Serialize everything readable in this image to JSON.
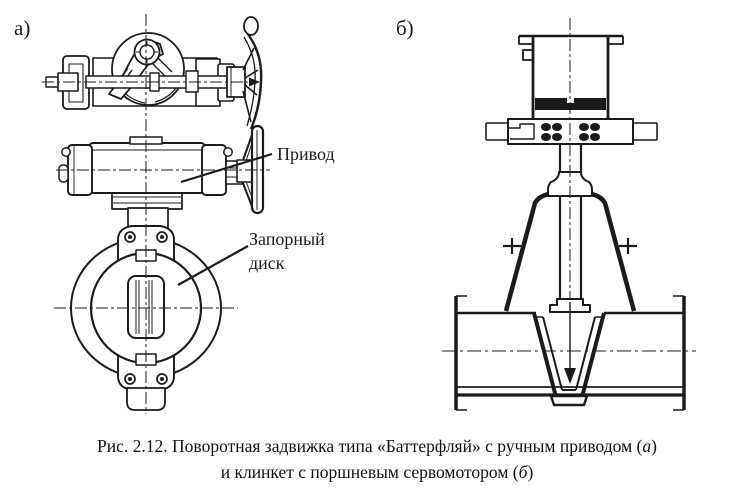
{
  "figure": {
    "panel_a": {
      "label": "а)",
      "annotations": {
        "drive": "Привод",
        "disc_line1": "Запорный",
        "disc_line2": "диск"
      }
    },
    "panel_b": {
      "label": "б)"
    },
    "caption": {
      "line1_prefix": "Рис. 2.12. Поворотная задвижка типа «Баттерфляй» с ручным приводом (",
      "line1_em": "а",
      "line1_suffix": ")",
      "line2_prefix": "и клинкет с поршневым сервомотором (",
      "line2_em": "б",
      "line2_suffix": ")"
    },
    "colors": {
      "ink": "#1b1b1b",
      "paper": "#ffffff"
    }
  }
}
